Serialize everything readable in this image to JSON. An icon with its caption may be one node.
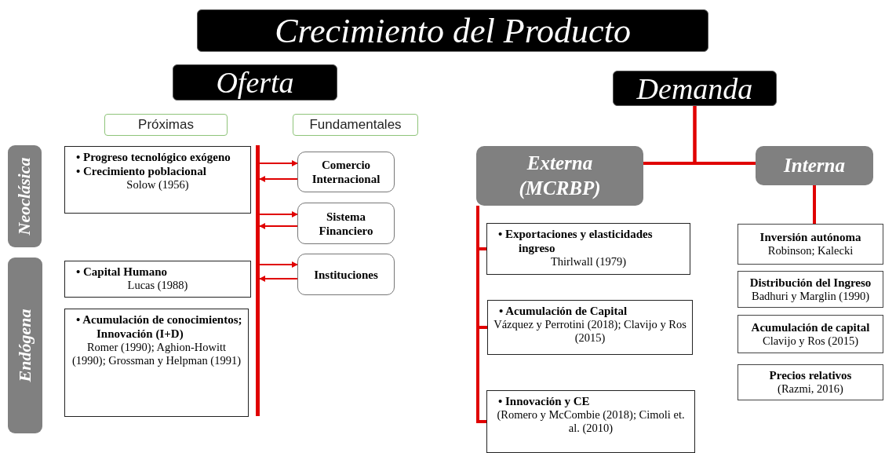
{
  "diagram": {
    "nodes": [
      {
        "text": [
          "Crecimiento del Producto"
        ]
      },
      {
        "text": [
          "Oferta"
        ]
      },
      {
        "text": [
          "Demanda"
        ]
      },
      {
        "text": [
          "Próximas"
        ]
      },
      {
        "text": [
          "Fundamentales"
        ]
      },
      {
        "text": [
          "Neoclásica"
        ]
      },
      {
        "text": [
          "Endógena"
        ]
      },
      {
        "text": [
          "• Progreso tecnológico exógeno",
          "• Crecimiento poblacional",
          "Solow (1956)"
        ]
      },
      {
        "text": [
          "• Capital Humano",
          "Lucas (1988)"
        ]
      },
      {
        "text": [
          "• Acumulación de conocimientos; Innovación (I+D)",
          "Romer (1990); Aghion-Howitt (1990); Grossman y Helpman (1991)"
        ]
      },
      {
        "text": [],
        "shape": "bar"
      },
      {
        "text": [
          "Comercio Internacional"
        ]
      },
      {
        "text": [
          "Sistema Financiero"
        ]
      },
      {
        "text": [
          "Instituciones"
        ]
      },
      {
        "text": [
          "Externa (MCRBP)"
        ]
      },
      {
        "text": [
          "Interna"
        ]
      },
      {
        "text": [
          "• Exportaciones y elasticidades ingreso",
          "Thirlwall (1979)"
        ]
      },
      {
        "text": [
          "• Acumulación de Capital",
          "Vázquez y Perrotini (2018); Clavijo y Ros (2015)"
        ]
      },
      {
        "text": [
          "• Innovación y CE",
          "(Romero y McCombie (2018); Cimoli et. al. (2010)"
        ]
      },
      {
        "text": [
          "Inversión autónoma",
          "Robinson; Kalecki"
        ]
      },
      {
        "text": [
          "Distribución del Ingreso",
          "Badhuri y Marglin (1990)"
        ]
      },
      {
        "text": [
          "Acumulación de capital",
          "Clavijo y Ros (2015)"
        ]
      },
      {
        "text": [
          "Precios relativos",
          "(Razmi, 2016)"
        ]
      }
    ],
    "edges": [
      {
        "from": 10,
        "to": 11,
        "arrow": "to"
      },
      {
        "from": 11,
        "to": 10,
        "arrow": "to"
      },
      {
        "from": 10,
        "to": 12,
        "arrow": "to"
      },
      {
        "from": 12,
        "to": 10,
        "arrow": "to"
      },
      {
        "from": 10,
        "to": 13,
        "arrow": "to"
      },
      {
        "from": 13,
        "to": 10,
        "arrow": "to"
      },
      {
        "from": 2,
        "to": 14,
        "arrow": "none",
        "style": "thick"
      },
      {
        "from": 2,
        "to": 15,
        "arrow": "none",
        "style": "thick"
      },
      {
        "from": 14,
        "to": 16,
        "arrow": "none",
        "style": "thick"
      },
      {
        "from": 14,
        "to": 17,
        "arrow": "none",
        "style": "thick"
      },
      {
        "from": 14,
        "to": 18,
        "arrow": "none",
        "style": "thick"
      },
      {
        "from": 15,
        "to": 19,
        "arrow": "none",
        "style": "thick"
      }
    ]
  }
}
